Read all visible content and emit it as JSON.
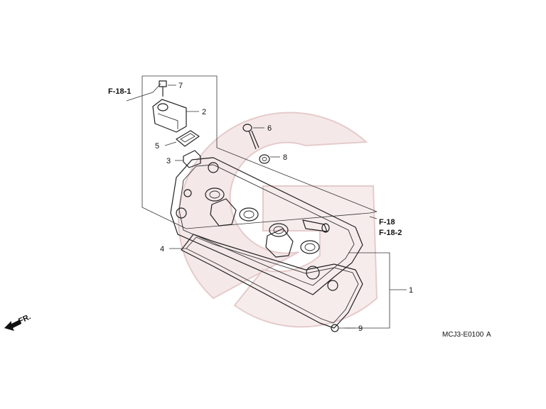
{
  "diagram": {
    "callouts": [
      {
        "id": "1",
        "text": "1"
      },
      {
        "id": "2",
        "text": "2"
      },
      {
        "id": "3",
        "text": "3"
      },
      {
        "id": "4",
        "text": "4"
      },
      {
        "id": "5",
        "text": "5"
      },
      {
        "id": "6",
        "text": "6"
      },
      {
        "id": "7",
        "text": "7"
      },
      {
        "id": "8",
        "text": "8"
      },
      {
        "id": "9",
        "text": "9"
      }
    ],
    "references": {
      "f18_1": "F-18-1",
      "f18": "F-18",
      "f18_2": "F-18-2"
    },
    "front_marker": "FR.",
    "drawing_code": "MCJ3-E0100",
    "drawing_rev": "A",
    "watermark_color": "#f2e0e0",
    "watermark_ring_color": "#e6c9c9"
  }
}
